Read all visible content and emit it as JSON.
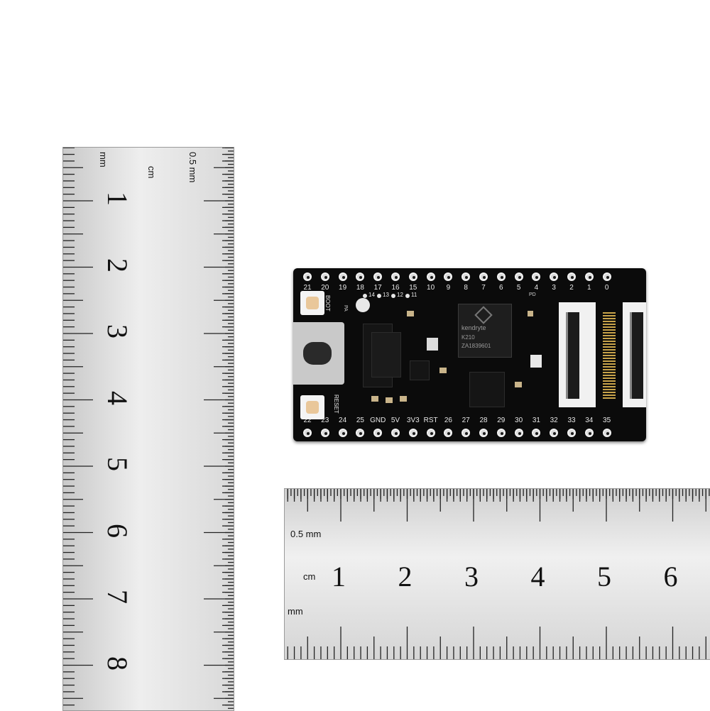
{
  "vertical_ruler": {
    "unit_mm": "mm",
    "unit_cm": "cm",
    "unit_half_mm": "0.5 mm",
    "numbers": [
      "1",
      "2",
      "3",
      "4",
      "5",
      "6",
      "7",
      "8"
    ]
  },
  "horizontal_ruler": {
    "unit_half_mm": "0.5 mm",
    "unit_cm": "cm",
    "unit_mm": "mm",
    "numbers": [
      "1",
      "2",
      "3",
      "4",
      "5",
      "6"
    ]
  },
  "board": {
    "top_pins": [
      "21",
      "20",
      "19",
      "18",
      "17",
      "16",
      "15",
      "10",
      "9",
      "8",
      "7",
      "6",
      "5",
      "4",
      "3",
      "2",
      "1",
      "0"
    ],
    "bottom_pins": [
      "22",
      "23",
      "24",
      "25",
      "GND",
      "5V",
      "3V3",
      "RST",
      "26",
      "27",
      "28",
      "29",
      "30",
      "31",
      "32",
      "33",
      "34",
      "35"
    ],
    "mid_pins": [
      "14",
      "13",
      "12",
      "11"
    ],
    "boot_label": "BOOT",
    "reset_label": "RESET",
    "chip_brand": "kendryte",
    "chip_model": "K210",
    "chip_code": "ZA1839601",
    "pa_label": "PA",
    "pd_label": "PD"
  },
  "colors": {
    "board": "#0b0b0b",
    "ruler": "#e6e6e6",
    "button_pad": "#e9c79a"
  }
}
